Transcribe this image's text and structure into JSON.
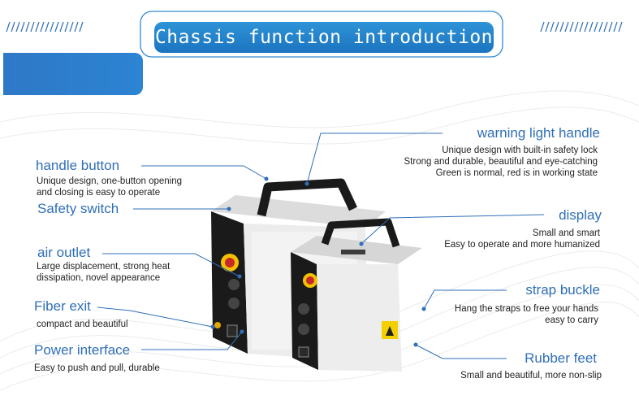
{
  "header": {
    "title": "Chassis function introduction"
  },
  "features": {
    "handle_button": {
      "title": "handle button",
      "desc": [
        "Unique design, one-button opening",
        "and closing is easy to operate"
      ]
    },
    "safety_switch": {
      "title": "Safety switch"
    },
    "air_outlet": {
      "title": "air outlet",
      "desc": [
        "Large displacement, strong heat",
        "dissipation, novel appearance"
      ]
    },
    "fiber_exit": {
      "title": "Fiber exit",
      "desc": [
        "compact and beautiful"
      ]
    },
    "power_interface": {
      "title": "Power interface",
      "desc": [
        "Easy to push and pull, durable"
      ]
    },
    "warning_light_handle": {
      "title": "warning light handle",
      "desc": [
        "Unique design with built-in safety lock",
        "Strong and durable, beautiful and eye-catching",
        "Green is normal, red is in working state"
      ]
    },
    "display": {
      "title": "display",
      "desc": [
        "Small and smart",
        "Easy to operate and more humanized"
      ]
    },
    "strap_buckle": {
      "title": "strap buckle",
      "desc": [
        "Hang the straps to free your hands",
        "easy to carry"
      ]
    },
    "rubber_feet": {
      "title": "Rubber feet",
      "desc": [
        "Small and beautiful, more non-slip"
      ]
    }
  },
  "colors": {
    "accent": "#2f6fb8",
    "title_bg": "#1f7cc6",
    "side_bar": "#2c7dcc",
    "button_red": "#c8282a",
    "button_yellow": "#f2c200"
  }
}
